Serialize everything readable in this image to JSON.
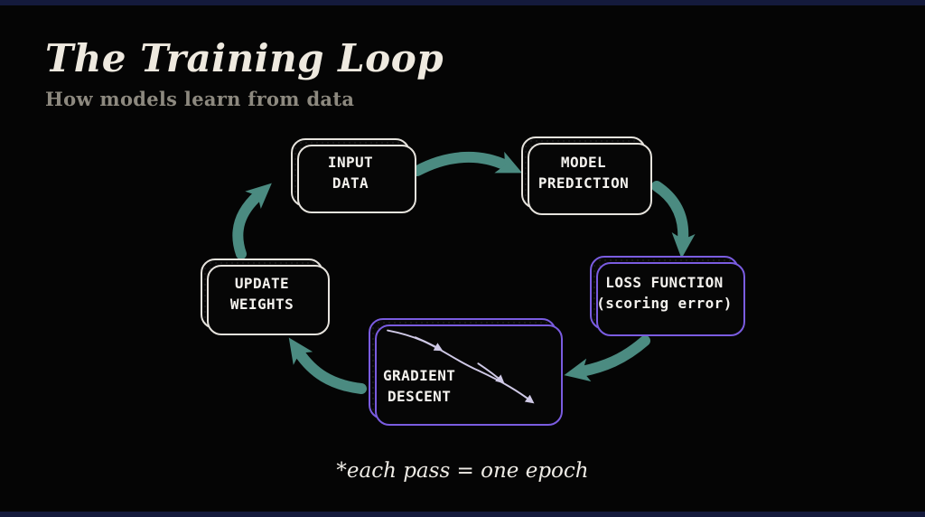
{
  "header": {
    "title": "The Training Loop",
    "subtitle": "How models learn from data"
  },
  "nodes": {
    "input_data": {
      "label": "INPUT\nDATA",
      "border": "white"
    },
    "model_prediction": {
      "label": "MODEL\nPREDICTION",
      "border": "white"
    },
    "loss_function": {
      "label": "LOSS FUNCTION\n(scoring error)",
      "border": "purple"
    },
    "gradient_descent": {
      "label": "GRADIENT\nDESCENT",
      "border": "purple"
    },
    "update_weights": {
      "label": "UPDATE\nWEIGHTS",
      "border": "white"
    }
  },
  "caption": "*each pass = one epoch",
  "icons": {
    "gradient_curve": "descending-loss-curve-with-arrows"
  },
  "colors": {
    "background": "#050505",
    "title": "#eee9df",
    "subtitle": "#8d897f",
    "arrow": "#4b8b81",
    "purple": "#7a5ce0",
    "box_border": "#e6e3dd",
    "box_text": "#f4f2ee",
    "caption": "#efece6",
    "curve": "#cfc9e6",
    "edge": "#141a3c"
  }
}
